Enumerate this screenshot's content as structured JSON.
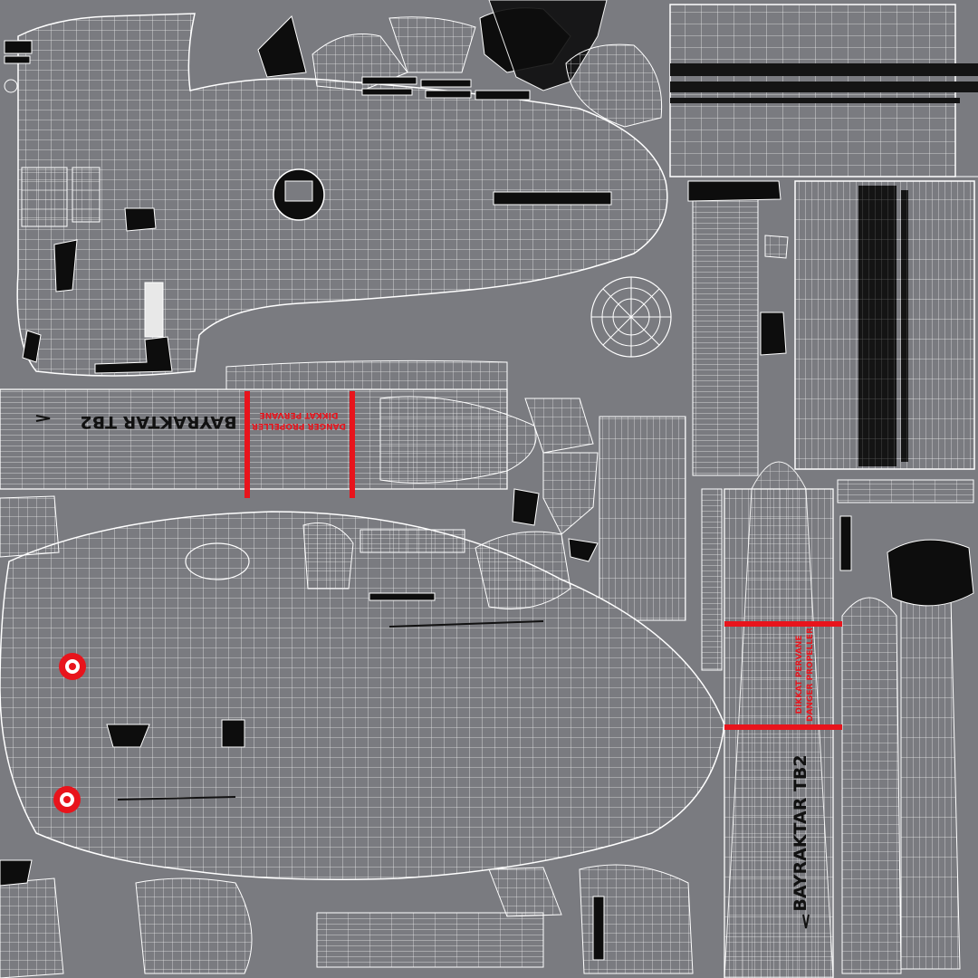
{
  "texture": {
    "background_color": "#7a7b80",
    "wire_color": "#ffffff",
    "fill_dark": "#0d0d0d",
    "accent_red": "#e8141c"
  },
  "decals": {
    "name_top": "BAYRAKTAR TB2",
    "name_right": "BAYRAKTAR TB2",
    "warning_top_line1": "DİKKAT PERVANE",
    "warning_top_line2": "DANGER PROPELLER",
    "warning_right_line1": "DİKKAT PERVANE",
    "warning_right_line2": "DANGER PROPELLER"
  }
}
